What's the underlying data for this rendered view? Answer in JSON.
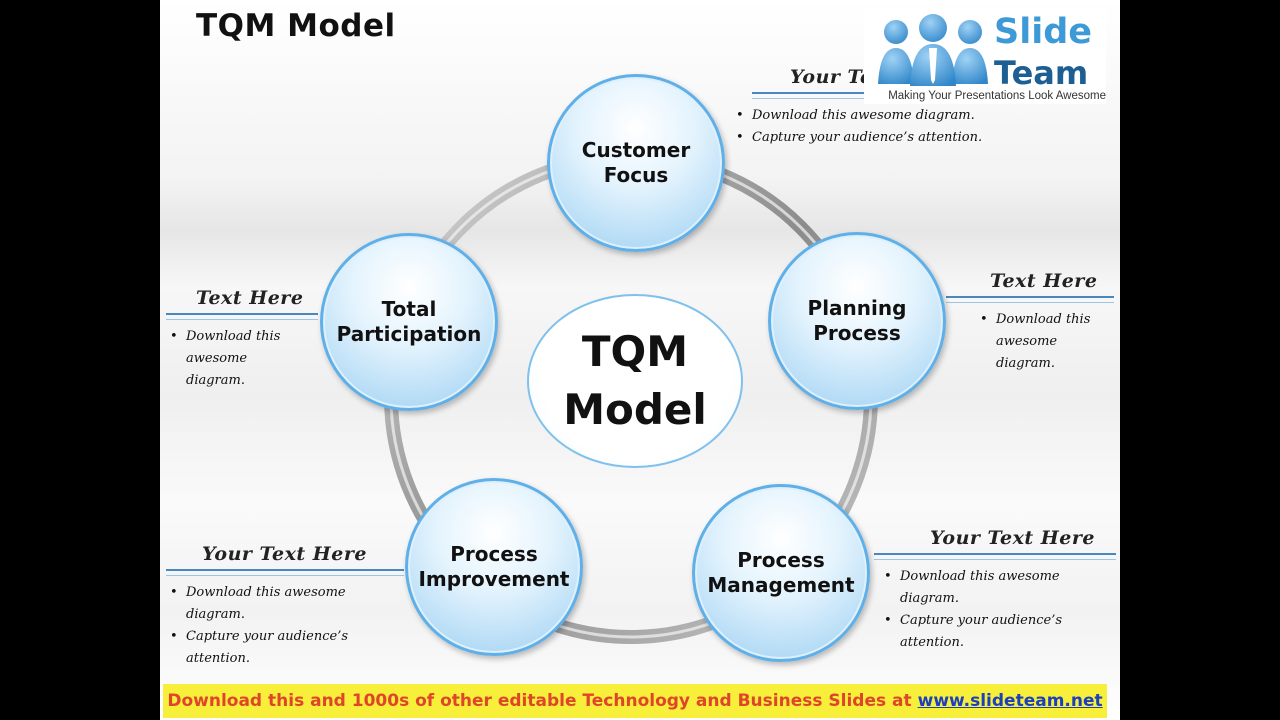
{
  "slide": {
    "title": "TQM Model",
    "logo": {
      "word1": "Slide",
      "word2": "Team",
      "tagline": "Making Your Presentations Look Awesome",
      "icon": "people-group-icon"
    },
    "center": {
      "label": "TQM\nModel"
    },
    "nodes": [
      {
        "label": "Customer\nFocus"
      },
      {
        "label": "Planning\nProcess"
      },
      {
        "label": "Process\nManagement"
      },
      {
        "label": "Process\nImprovement"
      },
      {
        "label": "Total\nParticipation"
      }
    ],
    "callouts": {
      "top_right": {
        "title": "Your Text Here",
        "bullets": [
          "Download this awesome diagram.",
          "Capture your audience’s attention."
        ]
      },
      "right": {
        "title": "Text Here",
        "bullets": [
          "Download this awesome diagram."
        ]
      },
      "left": {
        "title": "Text Here",
        "bullets": [
          "Download this awesome diagram."
        ]
      },
      "bottom_left": {
        "title": "Your Text Here",
        "bullets": [
          "Download this awesome diagram.",
          "Capture your audience’s attention."
        ]
      },
      "bottom_right": {
        "title": "Your Text Here",
        "bullets": [
          "Download this awesome diagram.",
          "Capture your audience’s attention."
        ]
      }
    },
    "banner": {
      "text": "Download this and 1000s of other editable Technology and Business Slides at",
      "url": "www.slideteam.net"
    },
    "colors": {
      "node_border": "#5fb0e8",
      "ring": "#9a9a9a",
      "banner_bg": "#f7ef3a",
      "banner_text": "#e0442a",
      "banner_url": "#1a3fbf"
    }
  }
}
